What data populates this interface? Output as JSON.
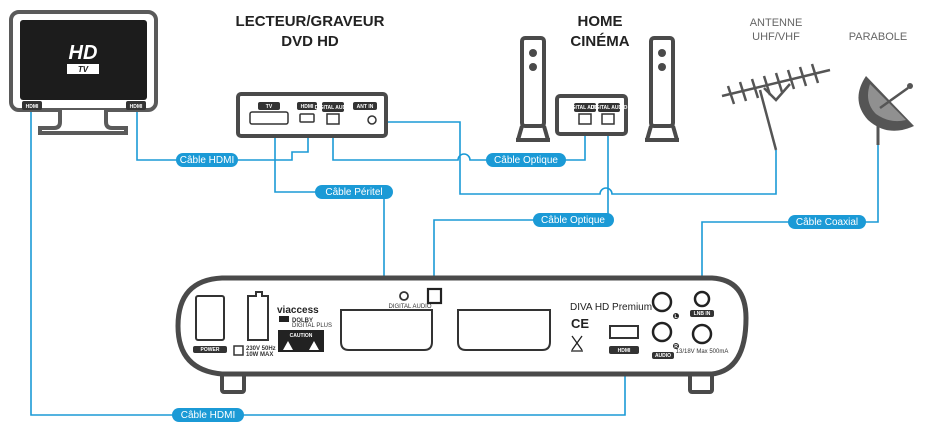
{
  "colors": {
    "cable": "#1b9ad6",
    "device_outline": "#4a4a4a",
    "tv_screen": "#1c1c1c"
  },
  "devices": {
    "tv": {
      "logo_main": "HD",
      "logo_sub": "TV",
      "port_left": "HDMI",
      "port_right": "HDMI"
    },
    "dvd": {
      "title_line1": "LECTEUR/GRAVEUR",
      "title_line2": "DVD HD",
      "port_tv": "TV",
      "port_hdmi": "HDMI",
      "port_optical": "DIGITAL AUDIO",
      "port_ant": "ANT IN"
    },
    "home_cinema": {
      "title_line1": "HOME",
      "title_line2": "CINÉMA",
      "port_1": "DIGITAL AUDIO",
      "port_2": "DIGITAL AUDIO"
    },
    "antenna": {
      "line1": "ANTENNE",
      "line2": "UHF/VHF"
    },
    "dish": {
      "label": "PARABOLE"
    },
    "receiver": {
      "brand": "viaccess",
      "dolby": "DOLBY",
      "dolby_sub": "DIGITAL PLUS",
      "model": "DIVA HD Premium",
      "ce_mark": "CE",
      "power_label": "POWER",
      "power_spec_1": "230V 50Hz",
      "power_spec_2": "10W MAX",
      "warning": "CAUTION",
      "digital_audio_label": "DIGITAL AUDIO",
      "hdmi_label": "HDMI",
      "audio_label": "AUDIO",
      "lnb_in": "LNB IN",
      "lnb_spec": "13/18V Max 500mA",
      "rf_label": "L",
      "rf_label_r": "R"
    }
  },
  "cables": {
    "tv_to_dvd": "Câble HDMI",
    "dvd_to_hc": "Câble Optique",
    "dvd_to_receiver": "Câble Péritel",
    "receiver_to_hc": "Câble Optique",
    "dish_to_receiver": "Câble Coaxial",
    "receiver_to_tv": "Câble HDMI"
  }
}
